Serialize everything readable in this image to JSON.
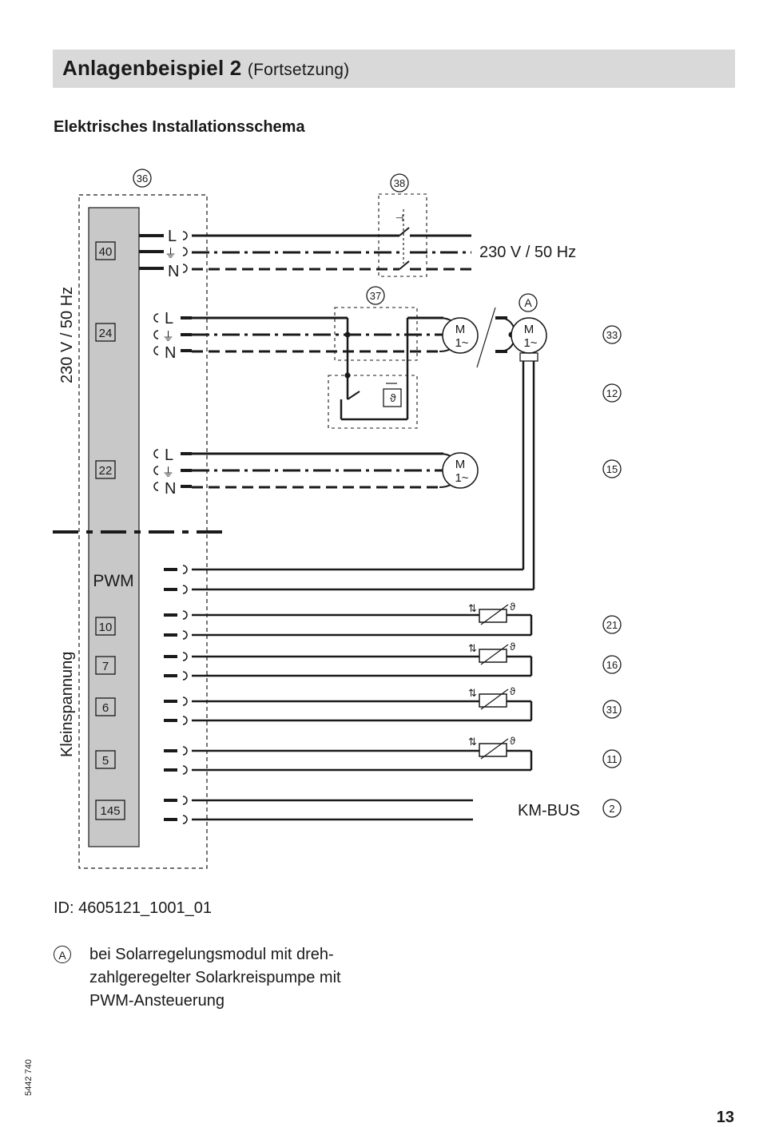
{
  "header": {
    "title": "Anlagenbeispiel 2",
    "subtitle": "(Fortsetzung)"
  },
  "section_title": "Elektrisches Installationsschema",
  "schematic": {
    "callouts": {
      "c36": "36",
      "c38": "38",
      "c37": "37",
      "cA": "A",
      "c33": "33",
      "c12": "12",
      "c15": "15",
      "c21": "21",
      "c16": "16",
      "c31": "31",
      "c11": "11",
      "c2": "2"
    },
    "terminals": {
      "t40": "40",
      "t24": "24",
      "t22": "22",
      "pwm": "PWM",
      "t10": "10",
      "t7": "7",
      "t6": "6",
      "t5": "5",
      "t145": "145"
    },
    "conductor_labels": {
      "L": "L",
      "N": "N"
    },
    "voltage_side_label": "230 V / 50 Hz",
    "low_voltage_side_label": "Kleinspannung",
    "mains_label": "230 V / 50 Hz",
    "motor_label": "M",
    "motor_phase": "1~",
    "kmbus_label": "KM-BUS",
    "theta": "ϑ"
  },
  "id_line": "ID: 4605121_1001_01",
  "footnote": {
    "marker": "A",
    "lines": [
      "bei Solarregelungsmodul mit dreh-",
      "zahlgeregelter Solarkreispumpe mit",
      "PWM-Ansteuerung"
    ]
  },
  "doc_number": "5442 740",
  "page_number": "13"
}
